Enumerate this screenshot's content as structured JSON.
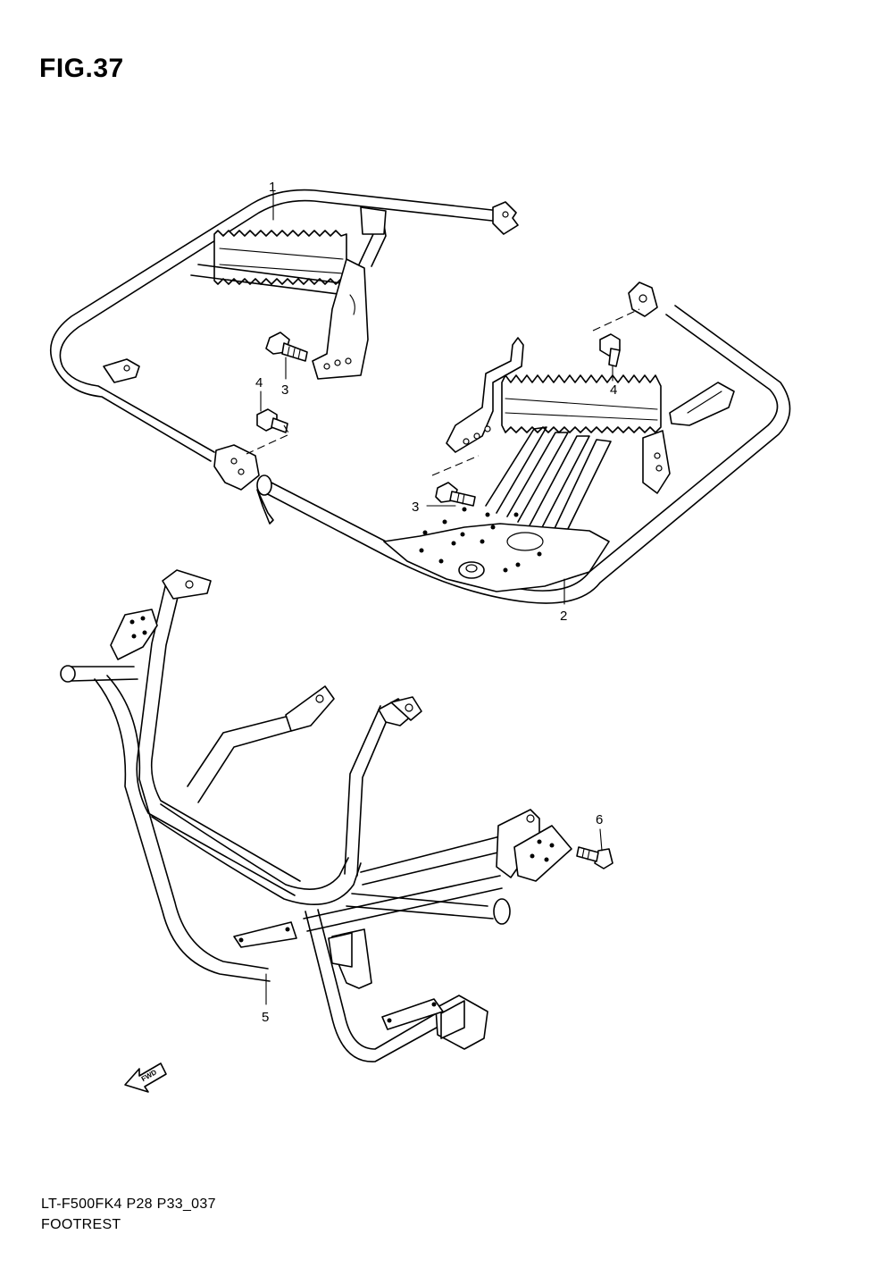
{
  "figure": {
    "title": "FIG.37"
  },
  "callouts": [
    {
      "id": "c1",
      "label": "1"
    },
    {
      "id": "c2",
      "label": "2"
    },
    {
      "id": "c3a",
      "label": "3"
    },
    {
      "id": "c3b",
      "label": "3"
    },
    {
      "id": "c4a",
      "label": "4"
    },
    {
      "id": "c4b",
      "label": "4"
    },
    {
      "id": "c5",
      "label": "5"
    },
    {
      "id": "c6",
      "label": "6"
    }
  ],
  "direction_marker": {
    "label": "FWD",
    "icon": "fwd-arrow-icon"
  },
  "footer": {
    "model_code": "LT-F500FK4 P28 P33_037",
    "section_name": "FOOTREST"
  }
}
